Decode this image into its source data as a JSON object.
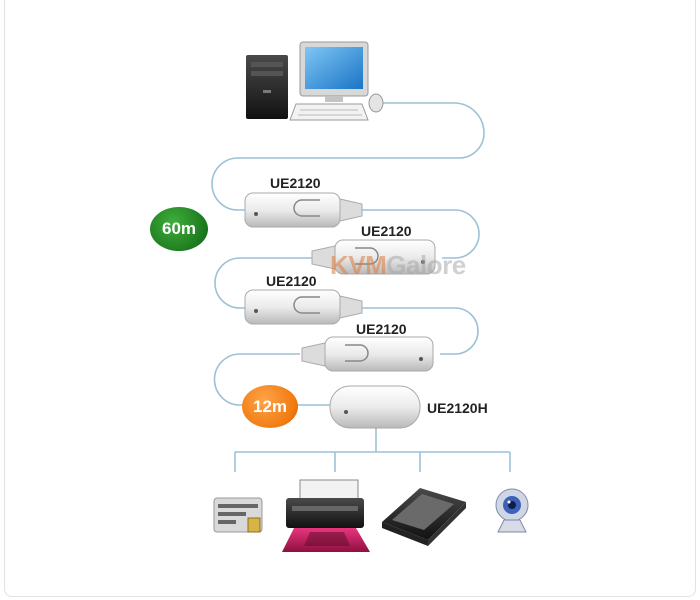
{
  "labels": {
    "ext1": "UE2120",
    "ext2": "UE2120",
    "ext3": "UE2120",
    "ext4": "UE2120",
    "hub": "UE2120H"
  },
  "badges": {
    "total": "60m",
    "final": "12m"
  },
  "watermark": {
    "part1": "KVM",
    "part2": "Galore"
  },
  "colors": {
    "cable": "#9cc1d6",
    "badge_green": "#1f7f21",
    "badge_orange": "#f07a10"
  },
  "devices": [
    "computer-icon",
    "card-reader-icon",
    "printer-icon",
    "scanner-icon",
    "webcam-icon"
  ]
}
